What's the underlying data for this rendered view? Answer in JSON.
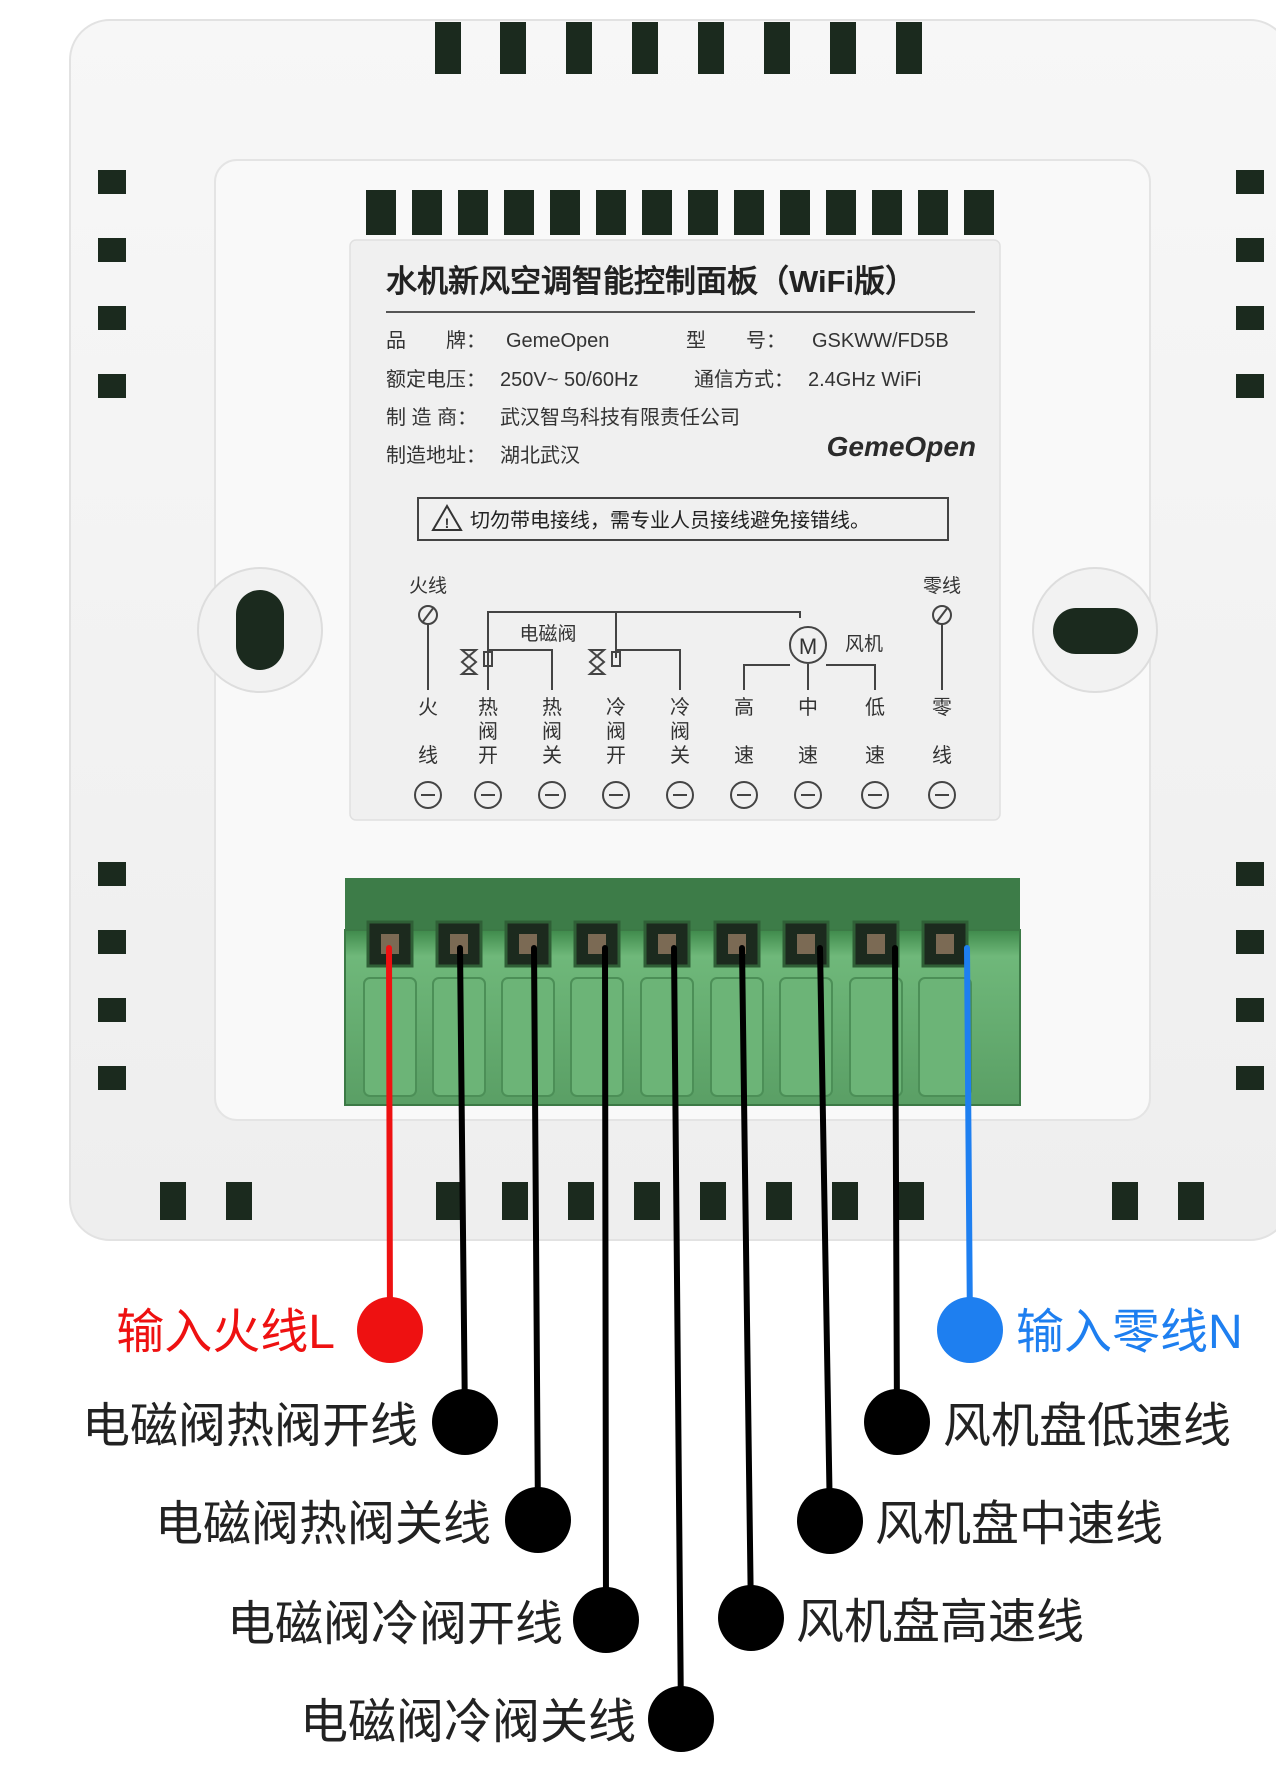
{
  "label_panel": {
    "title": "水机新风空调智能控制面板（WiFi版）",
    "brand_label": "品　　牌：",
    "brand_value": "GemeOpen",
    "model_label": "型　　号：",
    "model_value": "GSKWW/FD5B",
    "voltage_label": "额定电压：",
    "voltage_value": "250V~ 50/60Hz",
    "comm_label": "通信方式：",
    "comm_value": "2.4GHz WiFi",
    "maker_label": "制 造 商：",
    "maker_value": "武汉智鸟科技有限责任公司",
    "address_label": "制造地址：",
    "address_value": "湖北武汉",
    "logo_text": "GemeOpen",
    "warning": "切勿带电接线，需专业人员接线避免接错线。"
  },
  "schematic": {
    "live_label": "火线",
    "neutral_label": "零线",
    "valve_label": "电磁阀",
    "fan_label": "风机",
    "motor_symbol": "M",
    "terminals": [
      {
        "top": "火",
        "bottom": "线"
      },
      {
        "top": "热阀开",
        "bottom": ""
      },
      {
        "top": "热阀关",
        "bottom": ""
      },
      {
        "top": "冷阀开",
        "bottom": ""
      },
      {
        "top": "冷阀关",
        "bottom": ""
      },
      {
        "top": "高",
        "bottom": "速"
      },
      {
        "top": "中",
        "bottom": "速"
      },
      {
        "top": "低",
        "bottom": "速"
      },
      {
        "top": "零",
        "bottom": "线"
      }
    ]
  },
  "wires": [
    {
      "label": "输入火线L",
      "color": "#ee1111"
    },
    {
      "label": "电磁阀热阀开线",
      "color": "#000000"
    },
    {
      "label": "电磁阀热阀关线",
      "color": "#000000"
    },
    {
      "label": "电磁阀冷阀开线",
      "color": "#000000"
    },
    {
      "label": "电磁阀冷阀关线",
      "color": "#000000"
    },
    {
      "label": "风机盘高速线",
      "color": "#000000"
    },
    {
      "label": "风机盘中速线",
      "color": "#000000"
    },
    {
      "label": "风机盘低速线",
      "color": "#000000"
    },
    {
      "label": "输入零线N",
      "color": "#1e7ff0"
    }
  ],
  "colors": {
    "terminal_block": "#5ea569",
    "live_wire": "#ee1111",
    "neutral_wire": "#1e7ff0",
    "panel": "#f4f4f4"
  }
}
